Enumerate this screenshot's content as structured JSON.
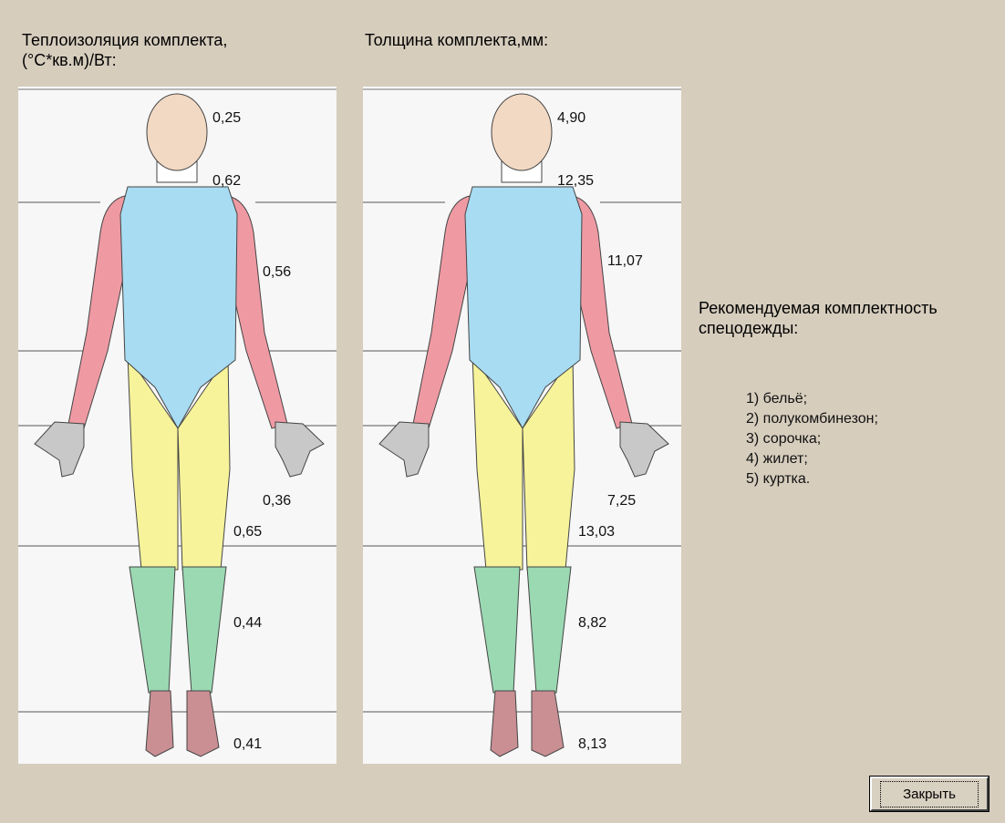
{
  "headings": {
    "insulation": "Теплоизоляция комплекта,\n(°С*кв.м)/Вт:",
    "thickness": "Толщина комплекта,мм:"
  },
  "insulation_values": {
    "head": "0,25",
    "neck": "0,62",
    "arms": "0,56",
    "hands": "0,36",
    "thighs": "0,65",
    "shins": "0,44",
    "feet": "0,41"
  },
  "thickness_values": {
    "head": "4,90",
    "neck": "12,35",
    "arms": "11,07",
    "hands": "7,25",
    "thighs": "13,03",
    "shins": "8,82",
    "feet": "8,13"
  },
  "recommendation": {
    "title": "Рекомендуемая комплектность спецодежды:",
    "items": [
      "1) бельё;",
      "2) полукомбинезон;",
      "3) сорочка;",
      "4) жилет;",
      "5) куртка."
    ]
  },
  "buttons": {
    "close": "Закрыть"
  },
  "colors": {
    "background": "#d6cdbd",
    "torso": "#a8dcf2",
    "arms": "#ef9aa3",
    "legs": "#f7f39a",
    "shins": "#9ad9b2",
    "feet": "#c98f93",
    "hands": "#c8c8c8",
    "head": "#f2d9c3"
  }
}
